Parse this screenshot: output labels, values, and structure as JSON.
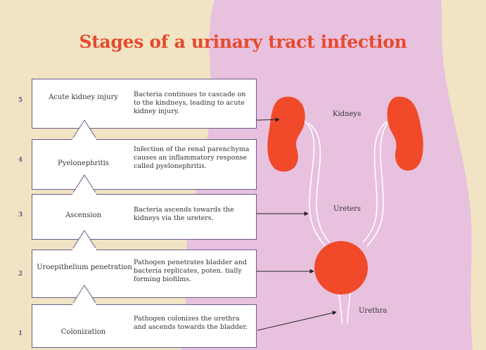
{
  "title": "Stages of a urinary tract infection",
  "stages": [
    {
      "number": "5",
      "name": "Acute kidney injury",
      "description": "Bacteria continues to cascade on to the kindneys, leading to acute kidney injury."
    },
    {
      "number": "4",
      "name": "Pyelonephritis",
      "description": "Infection of the renal parenchyma causes an inflammatory response called pyelonephritis."
    },
    {
      "number": "3",
      "name": "Ascension",
      "description": "Bacteria ascends towards the kidneys via the ureters."
    },
    {
      "number": "2",
      "name": "Uroepithelium penetration",
      "description": "Pathogen penetrates bladder and bacteria replicates, poten. tially forming biofilms."
    },
    {
      "number": "1",
      "name": "Colonization",
      "description": "Pathogen colonizes the urethra and ascends towards the bladder."
    }
  ],
  "organs": {
    "kidneys": "Kidneys",
    "ureters": "Ureters",
    "urethra": "Urethra"
  },
  "colors": {
    "background": "#f1e4c4",
    "body": "#e8c1de",
    "organ": "#f04a2a",
    "title": "#e64a2e",
    "box_border": "#6b5a8a"
  }
}
